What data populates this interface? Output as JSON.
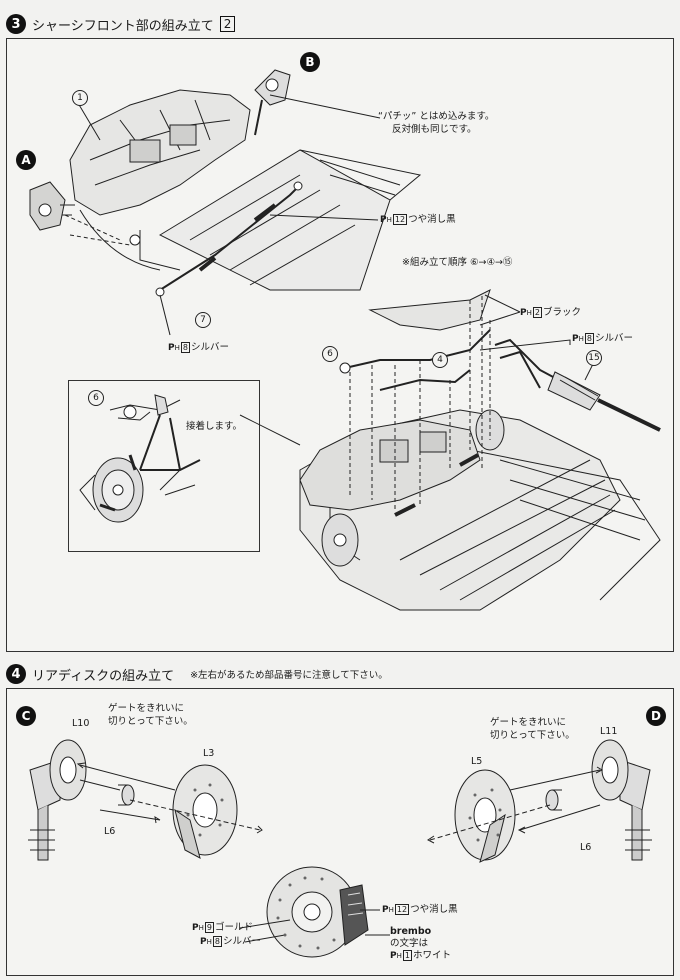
{
  "step3": {
    "number": "3",
    "title": "シャーシフロント部の組み立て",
    "box_number": "2",
    "markers": {
      "a": "A",
      "b": "B"
    },
    "parts": {
      "p1": "1",
      "p7": "7",
      "p6": "6",
      "p4": "4",
      "p15": "15",
      "p6_detail": "6"
    },
    "note_snap": {
      "line1": "“パチッ” とはめ込みます。",
      "line2": "反対側も同じです。"
    },
    "paint_matte_black": {
      "prefix": "P",
      "sub": "H",
      "num": "12",
      "text": "つや消し黒"
    },
    "order_note": "※組み立て順序 ⑥→④→⑮",
    "paint_black": {
      "prefix": "P",
      "sub": "H",
      "num": "2",
      "text": "ブラック"
    },
    "paint_silver_right": {
      "prefix": "P",
      "sub": "H",
      "num": "8",
      "text": "シルバー"
    },
    "paint_silver_left": {
      "prefix": "P",
      "sub": "H",
      "num": "8",
      "text": "シルバー"
    },
    "glue_note": "接着します。"
  },
  "step4": {
    "number": "4",
    "title": "リアディスクの組み立て",
    "note": "※左右があるため部品番号に注意して下さい。",
    "markers": {
      "c": "C",
      "d": "D"
    },
    "left": {
      "gate_line1": "ゲートをきれいに",
      "gate_line2": "切りとって下さい。",
      "l10": "L10",
      "l3": "L3",
      "l6": "L6"
    },
    "right": {
      "gate_line1": "ゲートをきれいに",
      "gate_line2": "切りとって下さい。",
      "l11": "L11",
      "l5": "L5",
      "l6": "L6"
    },
    "paint_gold": {
      "prefix": "P",
      "sub": "H",
      "num": "9",
      "text": "ゴールド"
    },
    "paint_silver": {
      "prefix": "P",
      "sub": "H",
      "num": "8",
      "text": "シルバー"
    },
    "paint_matte_black": {
      "prefix": "P",
      "sub": "H",
      "num": "12",
      "text": "つや消し黒"
    },
    "brembo": {
      "word": "brembo",
      "line2": "の文字は",
      "num": "1",
      "text": "ホワイト",
      "prefix": "P",
      "sub": "H"
    }
  }
}
